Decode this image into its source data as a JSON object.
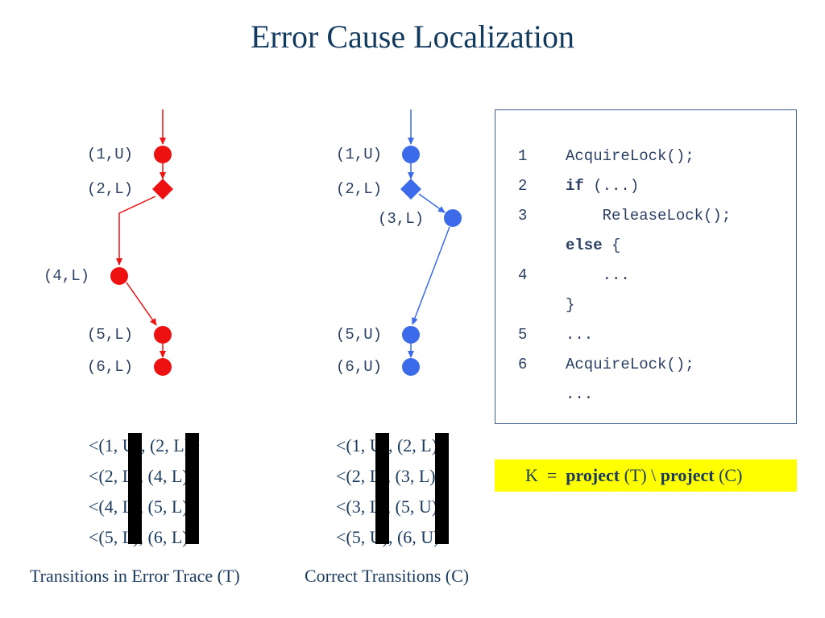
{
  "title": "Error Cause Localization",
  "colors": {
    "error": "#ee1111",
    "correct": "#3b6be8",
    "text": "#1a3a5e",
    "highlight": "#ffff00"
  },
  "error_trace": {
    "nodes": [
      "(1,U)",
      "(2,L)",
      "(4,L)",
      "(5,L)",
      "(6,L)"
    ],
    "transitions": [
      "<(1, U), (2, L)>",
      "<(2, L), (4, L)>",
      "<(4, L), (5, L)>",
      "<(5, L), (6, L)>"
    ],
    "caption": "Transitions in Error Trace (T)"
  },
  "correct_trace": {
    "nodes": [
      "(1,U)",
      "(2,L)",
      "(3,L)",
      "(5,U)",
      "(6,U)"
    ],
    "transitions": [
      "<(1, U), (2, L)>",
      "<(2, L), (3, L)>",
      "<(3, L), (5, U)>",
      "<(5, U), (6, U)>"
    ],
    "caption": "Correct Transitions (C)"
  },
  "code": [
    {
      "num": "1",
      "text": "AcquireLock();"
    },
    {
      "num": "2",
      "kw": "if",
      "text": " (...)"
    },
    {
      "num": "3",
      "text": "    ReleaseLock();"
    },
    {
      "num": "",
      "kw": "else",
      "text": " {"
    },
    {
      "num": "4",
      "text": "    ..."
    },
    {
      "num": "",
      "text": "}"
    },
    {
      "num": "5",
      "text": "..."
    },
    {
      "num": "6",
      "text": "AcquireLock();"
    },
    {
      "num": "",
      "text": "..."
    }
  ],
  "formula": {
    "k": "K  =  ",
    "p1": "project",
    "t": " (T) \\ ",
    "p2": "project",
    "c": " (C)"
  }
}
